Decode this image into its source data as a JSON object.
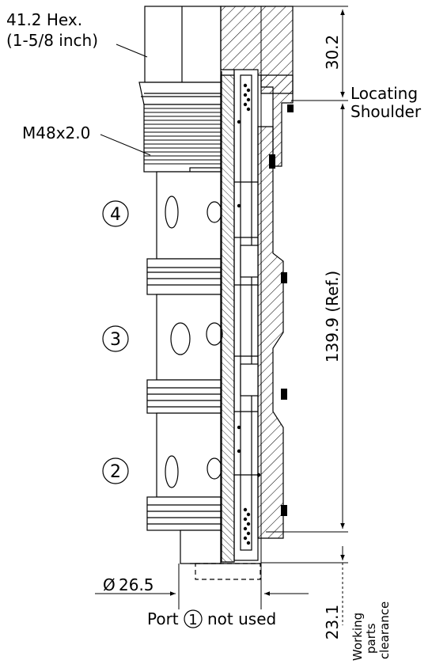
{
  "callouts": {
    "hex_line1": "41.2 Hex.",
    "hex_line2": "(1-5/8 inch)",
    "thread": "M48x2.0",
    "shoulder_line1": "Locating",
    "shoulder_line2": "Shoulder"
  },
  "dimensions": {
    "top": "30.2",
    "length": "139.9 (Ref.)",
    "bottom": "23.1",
    "diameter": "26.5",
    "diameter_symbol": "Ø"
  },
  "ports": [
    "4",
    "3",
    "2"
  ],
  "port_note": {
    "before": "Port",
    "number": "1",
    "after": "not used"
  },
  "clearance_label": [
    "Working",
    "parts",
    "clearance"
  ]
}
